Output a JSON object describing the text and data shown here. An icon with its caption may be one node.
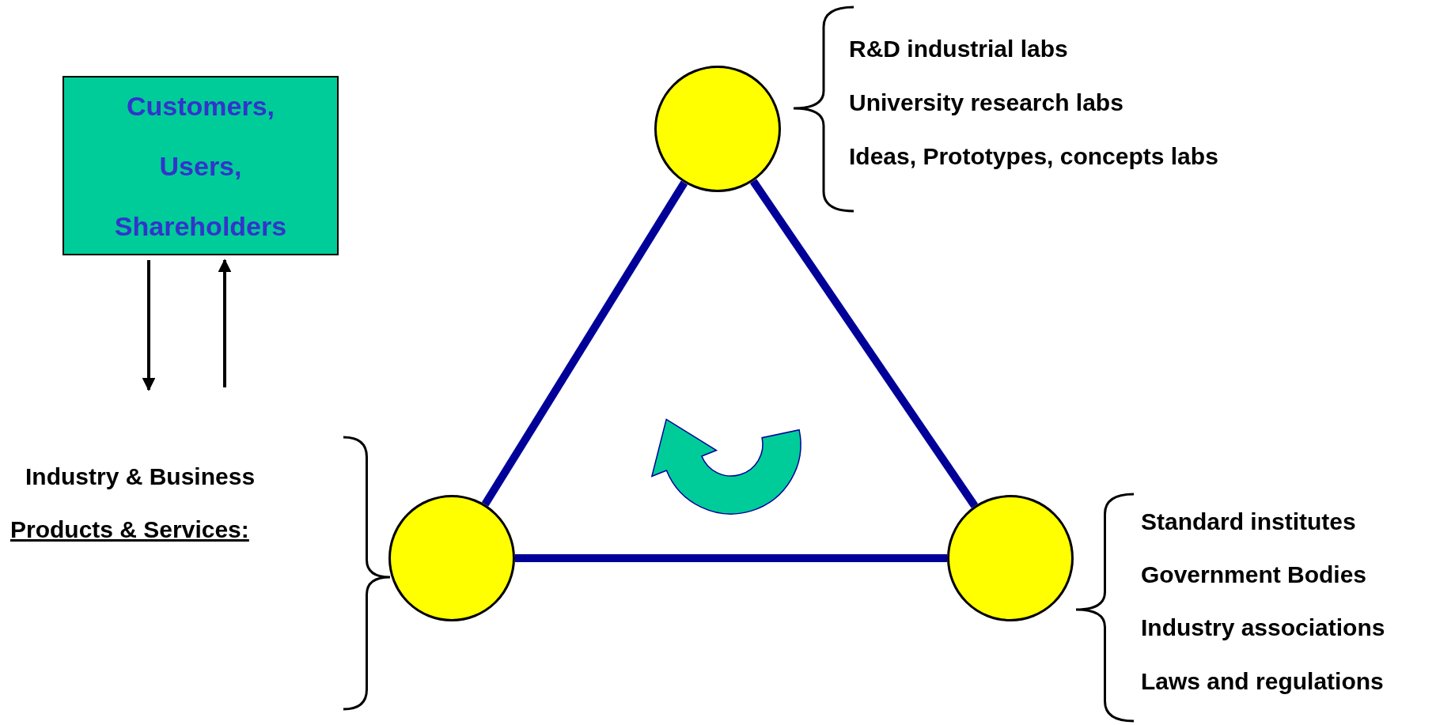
{
  "diagram": {
    "nodes": [
      {
        "text": [
          "Customers, Users, Shareholders"
        ]
      },
      {
        "text": [],
        "shape": "circle",
        "beside": [
          "R&D industrial labs",
          "University research labs",
          "Ideas, Prototypes, concepts labs"
        ]
      },
      {
        "text": [],
        "shape": "circle",
        "beside": [
          "Industry & Business",
          "Products & Services:"
        ]
      },
      {
        "text": [],
        "shape": "circle",
        "beside": [
          "Standard institutes",
          "Government Bodies",
          "Industry associations",
          "Laws and regulations"
        ]
      }
    ],
    "edges": [
      {
        "from": 0,
        "to": null,
        "arrow": "to",
        "color": "#000000"
      },
      {
        "from": null,
        "to": 0,
        "arrow": "to",
        "color": "#000000"
      },
      {
        "from": 1,
        "to": 2,
        "arrow": "none"
      },
      {
        "from": 2,
        "to": 3,
        "arrow": "none"
      },
      {
        "from": 1,
        "to": 3,
        "arrow": "none"
      }
    ]
  }
}
